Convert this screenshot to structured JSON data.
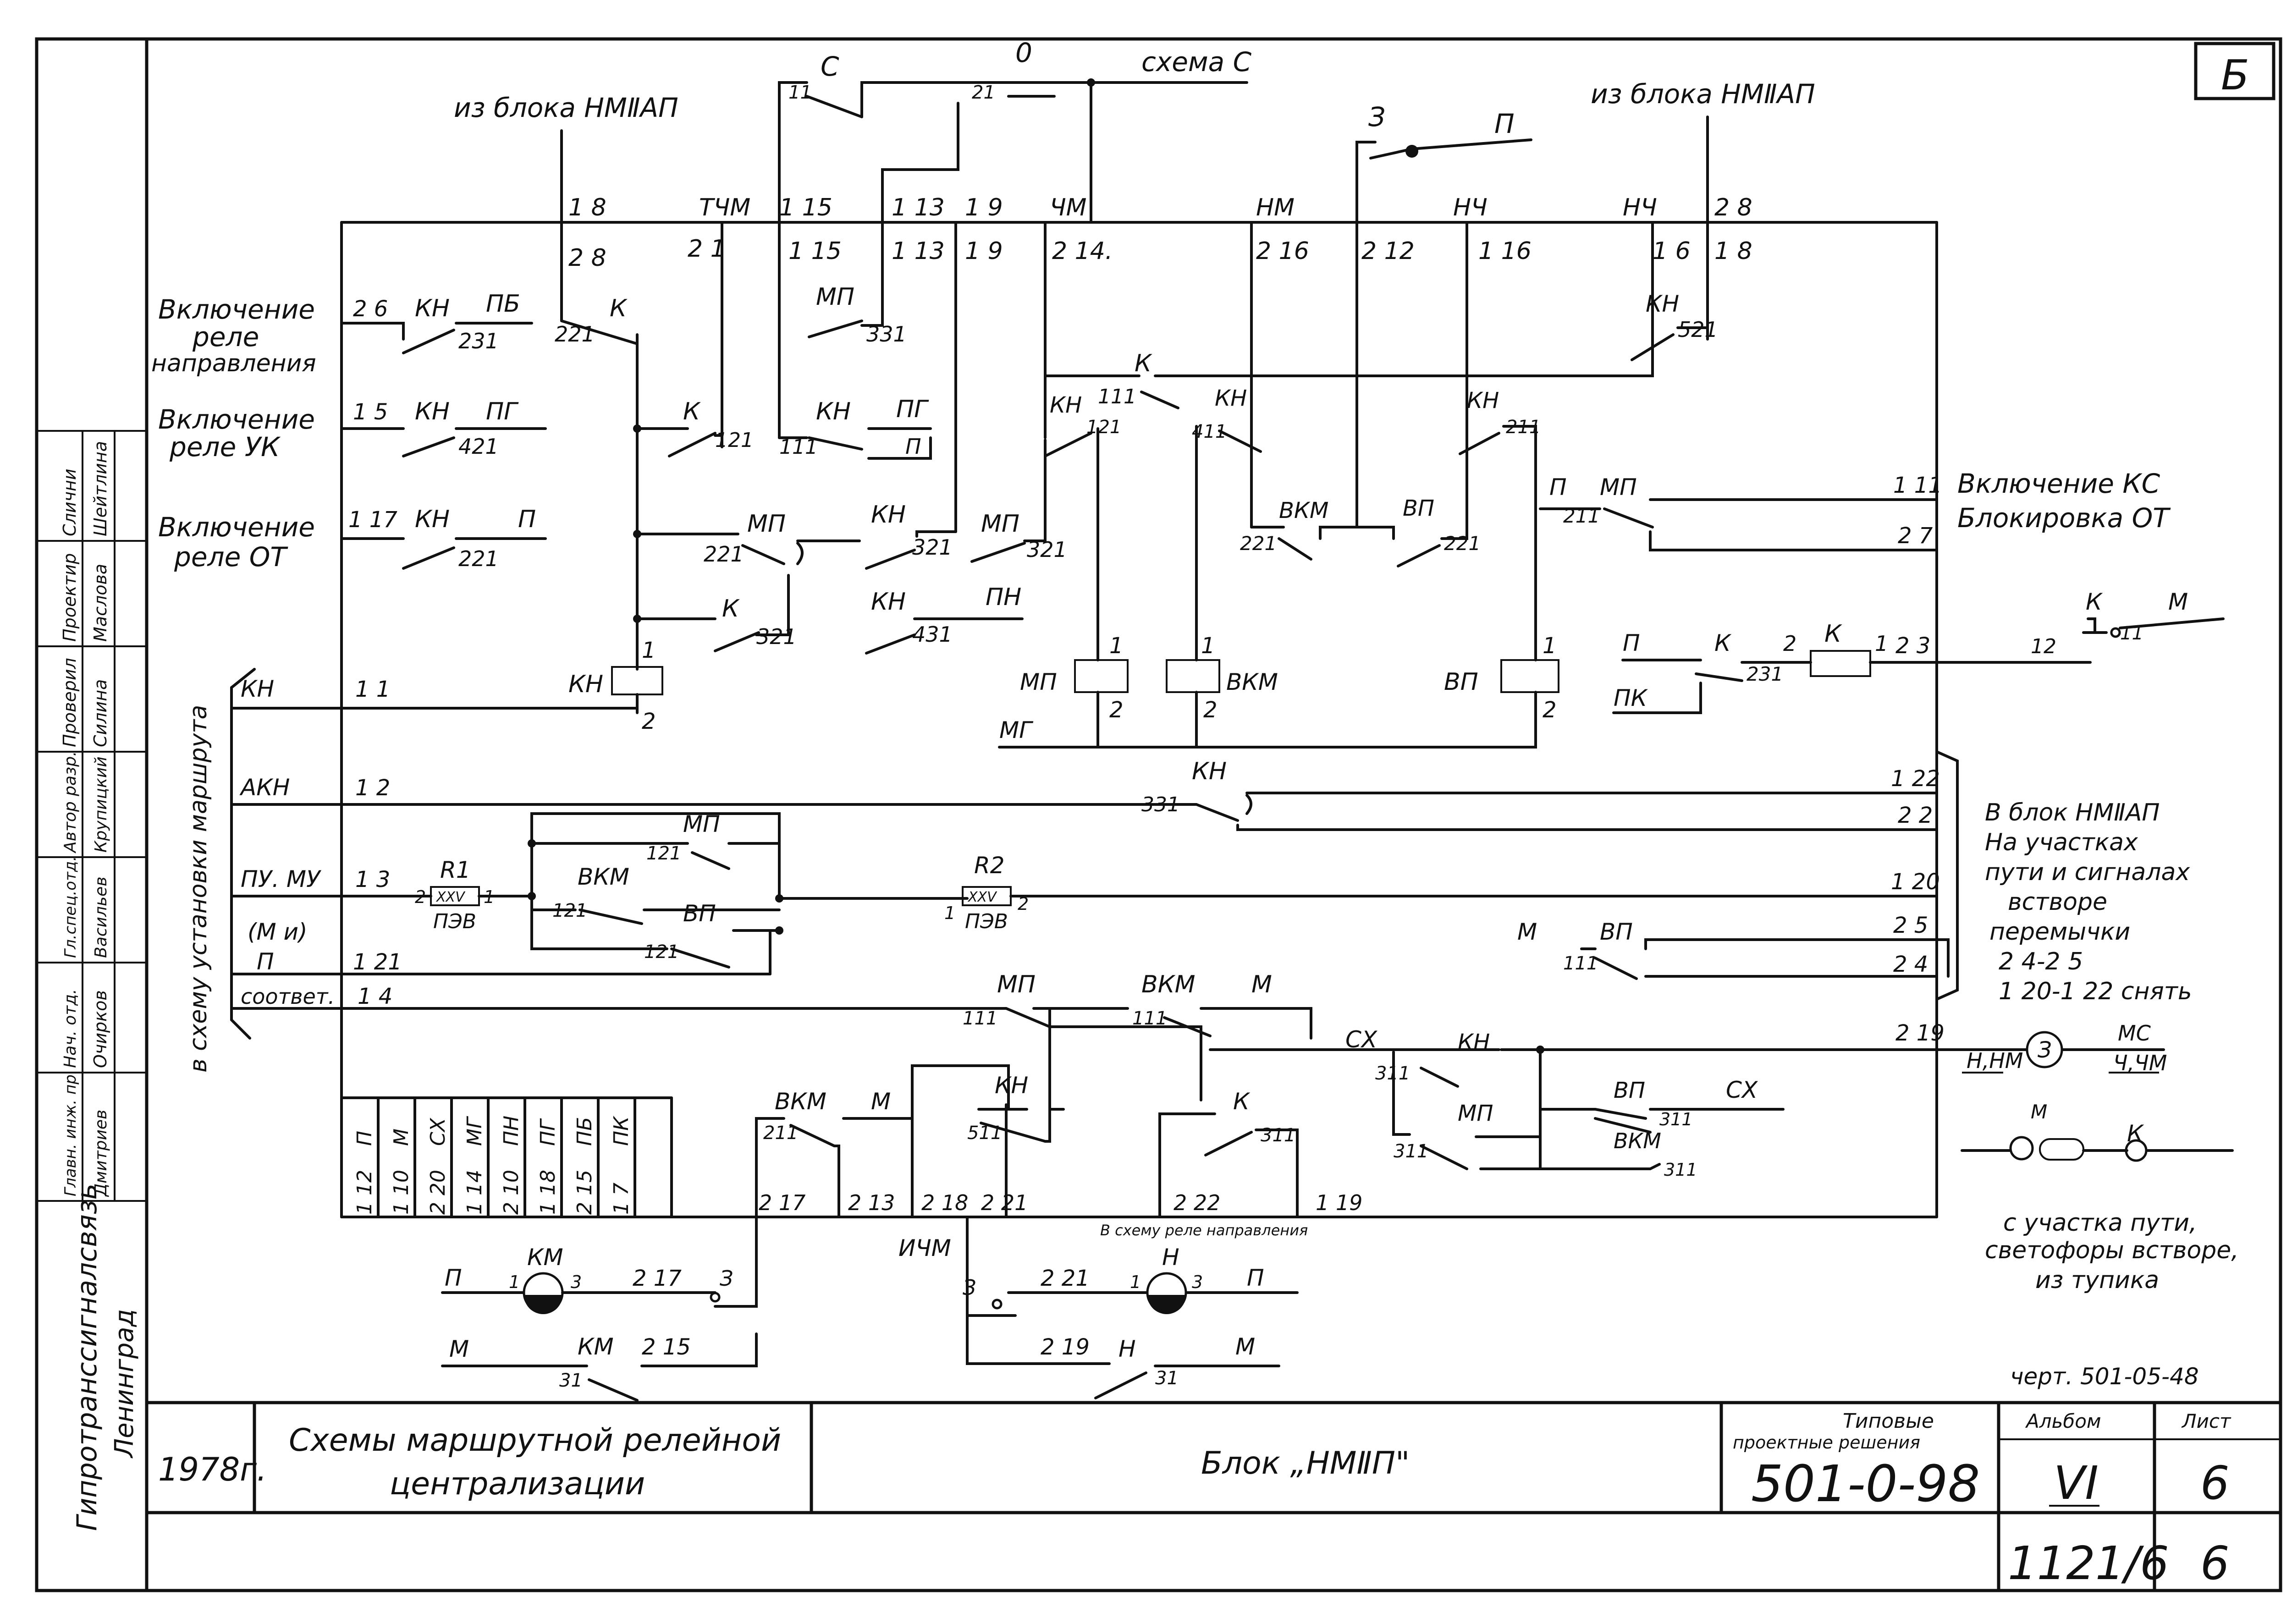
{
  "sheet": {
    "corner_mark": "Б"
  },
  "top": {
    "from_block_left": "из блока НМⅡАП",
    "from_block_right": "из блока НМⅡАП",
    "scheme_c": "схема С",
    "contact_c": "С",
    "contact_o": "0",
    "contact_z": "З",
    "label_p": "П"
  },
  "bus": {
    "upper_labels": [
      "1 8",
      "ТЧМ",
      "1 15",
      "1 13",
      "1 9",
      "ЧМ",
      "НМ",
      "НЧ",
      "НЧ",
      "2 8"
    ],
    "lower_labels": [
      "2 8",
      "2 1",
      "1 15",
      "1 13",
      "1 9",
      "2 14.",
      "2 16",
      "2 12",
      "1 16",
      "1 6",
      "1 8"
    ]
  },
  "left_titles": {
    "direction": [
      "Включение",
      "реле",
      "направления"
    ],
    "uk": [
      "Включение",
      "реле УК"
    ],
    "ot": [
      "Включение",
      "реле ОТ"
    ],
    "route_setup": "в схему установки маршрута"
  },
  "contacts": [
    {
      "id": "kn-pb",
      "name": "КН",
      "code": "231",
      "left": "2 6",
      "right": "ПБ"
    },
    {
      "id": "kn-pg",
      "name": "КН",
      "code": "421",
      "left": "1 5",
      "right": "ПГ"
    },
    {
      "id": "kn-p",
      "name": "КН",
      "code": "221",
      "left": "1 17",
      "right": "П"
    },
    {
      "id": "k-221",
      "name": "К",
      "code": "221"
    },
    {
      "id": "k-121",
      "name": "К",
      "code": "121"
    },
    {
      "id": "mp-331",
      "name": "МП",
      "code": "331"
    },
    {
      "id": "kn-111",
      "name": "КН",
      "code": "111",
      "right": "ПГ",
      "right2": "П"
    },
    {
      "id": "mp-221",
      "name": "МП",
      "code": "221"
    },
    {
      "id": "kn-321a",
      "name": "КН",
      "code": "321"
    },
    {
      "id": "mp-321",
      "name": "МП",
      "code": "321"
    },
    {
      "id": "k-321",
      "name": "К",
      "code": "321"
    },
    {
      "id": "kn-431",
      "name": "КН",
      "code": "431",
      "right": "ПН"
    },
    {
      "id": "k-111",
      "name": "К",
      "code": "111"
    },
    {
      "id": "kn-121",
      "name": "КН",
      "code": "121"
    },
    {
      "id": "kn-411",
      "name": "КН",
      "code": "411"
    },
    {
      "id": "kn-211",
      "name": "КН",
      "code": "211"
    },
    {
      "id": "vkm-221",
      "name": "ВКМ",
      "code": "221"
    },
    {
      "id": "vp-221",
      "name": "ВП",
      "code": "221"
    },
    {
      "id": "kn-521",
      "name": "КН",
      "code": "521"
    },
    {
      "id": "mp-211",
      "name": "МП",
      "code": "211",
      "left": "П"
    },
    {
      "id": "k-231",
      "name": "К",
      "code": "231",
      "left": "П",
      "left2": "ПК"
    },
    {
      "id": "k-11",
      "name": "К",
      "code": "11",
      "left": "12",
      "right": "М"
    },
    {
      "id": "kn-331",
      "name": "КН",
      "code": "331"
    },
    {
      "id": "mp-121",
      "name": "МП",
      "code": "121"
    },
    {
      "id": "vkm-121",
      "name": "ВКМ",
      "code": "121"
    },
    {
      "id": "vp-121",
      "name": "ВП",
      "code": "121"
    },
    {
      "id": "vp-111",
      "name": "ВП",
      "code": "111",
      "left": "М"
    },
    {
      "id": "mp-111",
      "name": "МП",
      "code": "111"
    },
    {
      "id": "vkm-111",
      "name": "ВКМ",
      "code": "111",
      "right": "М"
    },
    {
      "id": "kn-311",
      "name": "КН",
      "code": "311",
      "left": "СХ"
    },
    {
      "id": "mp-311",
      "name": "МП",
      "code": "311"
    },
    {
      "id": "vp-311",
      "name": "ВП",
      "code": "311",
      "right": "СХ"
    },
    {
      "id": "vkm-311",
      "name": "ВКМ",
      "code": "311"
    },
    {
      "id": "vkm-211",
      "name": "ВКМ",
      "code": "211",
      "right": "М"
    },
    {
      "id": "kn-511",
      "name": "КН",
      "code": "511"
    },
    {
      "id": "k-311",
      "name": "К",
      "code": "311"
    },
    {
      "id": "km-31",
      "name": "КМ",
      "code": "31",
      "left": "М",
      "right": "2 15"
    },
    {
      "id": "n-31",
      "name": "Н",
      "code": "31",
      "left": "2 19",
      "right": "М"
    }
  ],
  "relays": [
    {
      "id": "kn",
      "name": "КН",
      "top": "1",
      "bottom": "2"
    },
    {
      "id": "mp",
      "name": "МП",
      "top": "1",
      "bottom": "2"
    },
    {
      "id": "vkm",
      "name": "ВКМ",
      "top": "1",
      "bottom": "2"
    },
    {
      "id": "vp",
      "name": "ВП",
      "top": "1",
      "bottom": "2"
    },
    {
      "id": "k",
      "name": "К",
      "left": "2",
      "right": "1"
    }
  ],
  "right_titles": {
    "ks": "Включение КС",
    "ot_block": "Блокировка ОТ",
    "ks_num": "1 11",
    "ot_num": "2 7",
    "k_out": "2 3"
  },
  "resistors": [
    {
      "id": "r1",
      "name": "R1",
      "spec": "ПЭВ",
      "pin_left": "2",
      "pin_right": "1"
    },
    {
      "id": "r2",
      "name": "R2",
      "spec": "ПЭВ",
      "pin_left": "1",
      "pin_right": "2"
    }
  ],
  "left_rails": [
    {
      "name": "КН",
      "num": "1 1"
    },
    {
      "name": "АКН",
      "num": "1 2"
    },
    {
      "name": "ПУ. МУ",
      "num": "1 3"
    },
    {
      "name": "(М и)",
      "num": ""
    },
    {
      "name": "П",
      "num": "1 21"
    },
    {
      "name": "соответ.",
      "num": "1 4"
    }
  ],
  "right_nums": [
    "1 22",
    "2 2",
    "1 20",
    "2 5",
    "2 4",
    "2 19"
  ],
  "note_right": [
    "В блок НМⅡАП",
    "На участках",
    "пути и сигналах",
    "встворе",
    "перемычки",
    "2 4-2 5",
    "1 20-1 22 снять"
  ],
  "mg_label": "МГ",
  "lamp": {
    "name": "З",
    "left": "Н,НМ",
    "right_top": "МС",
    "right_bottom": "Ч,ЧМ"
  },
  "inset": {
    "m": "М",
    "k": "К",
    "caption": [
      "с участка пути,",
      "светофоры встворе,",
      "из тупика"
    ]
  },
  "bottom_terminals": [
    "1 12",
    "1 10",
    "2 20",
    "1 14",
    "2 10",
    "1 18",
    "2 15",
    "1 7"
  ],
  "bottom_term_tags": [
    "П",
    "М",
    "СХ",
    "МГ",
    "ПН",
    "ПГ",
    "ПБ",
    "ПК"
  ],
  "bottom_nums": [
    "2 17",
    "2 13",
    "2 18",
    "2 21",
    "2 22",
    "1 19"
  ],
  "direction_note": "В схему реле направления",
  "ichm": "ИЧМ",
  "buttons": [
    {
      "id": "km",
      "name": "КМ",
      "left": "П",
      "pin1": "1",
      "pin3": "3",
      "out": "2 17",
      "tag": "З"
    },
    {
      "id": "n",
      "name": "Н",
      "left": "2 21",
      "pin1": "1",
      "pin3": "3",
      "out": "П",
      "tag": "З"
    }
  ],
  "drawing_ref": "черт. 501-05-48",
  "side_stamp": {
    "roles": [
      "Слични",
      "Проектир",
      "Проверил",
      "Автор разр.",
      "Гл.спец.отд.",
      "Нач. отд.",
      "Главн. инж. пр."
    ],
    "names": [
      "Шейтлина",
      "Маслова",
      "Силина",
      "Крупицкий",
      "Васильев",
      "Очирков",
      "Дмитриев"
    ],
    "org": "Гипротрансcигналсвязь",
    "city": "Ленинград"
  },
  "title_block": {
    "year": "1978г.",
    "title": [
      "Схемы маршрутной релейной",
      "централизации"
    ],
    "block": "Блок  „НМⅡП\"",
    "typical_label": [
      "Типовые",
      "проектные решения"
    ],
    "typical_code": "501-0-98",
    "album_label": "Альбом",
    "album": "VI",
    "sheet_label": "Лист",
    "sheet": "6",
    "code_bottom": "1121/6",
    "sheet_bottom": "6"
  }
}
